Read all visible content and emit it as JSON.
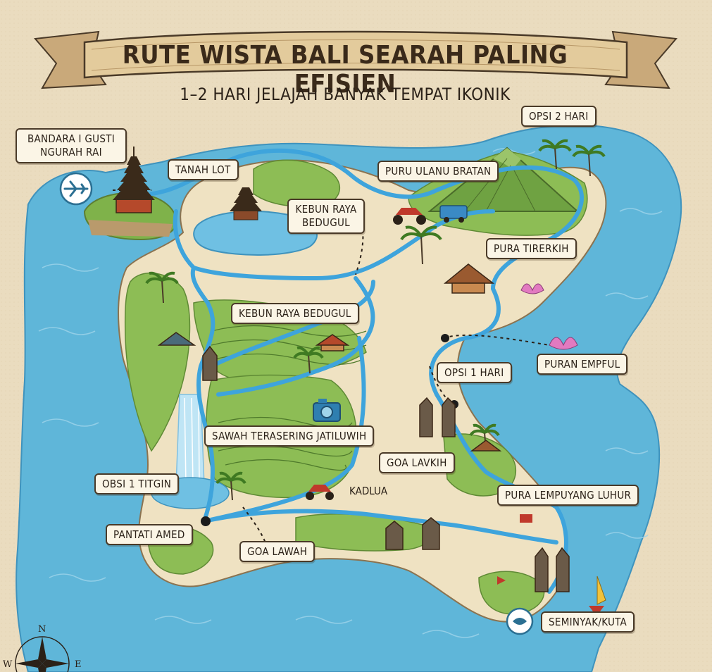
{
  "title": "RUTE WISTA BALI SEARAH PALING EFISIEN",
  "subtitle": "1–2 HARI JELAJAH BANYAK TEMPAT IKONIK",
  "labels": {
    "bandara": "BANDARA I GUSTI NGURAH RAI",
    "tanah_lot": "TANAH LOT",
    "kebun_raya_bedugul_top": "KEBUN RAYA BEDUGUL",
    "puru_ulanu_bratan": "PURU ULANU BRATAN",
    "opsi_2_hari": "OPSI 2 HARI",
    "pura_tirtekih": "PURA TIRERKIH",
    "kebun_raya_bedugul_mid": "KEBUN RAYA BEDUGUL",
    "puran_empful": "PURAN EMPFUL",
    "opsi_1_hari": "OPSI 1 HARI",
    "sawah_terasering": "SAWAH TERASERING JATILUWIH",
    "goa_lavkih": "GOA LAVKIH",
    "kadlua": "KADLUA",
    "obsi_1_titgin": "OBSI 1 TITGIN",
    "pura_lempuyang": "PURA LEMPUYANG LUHUR",
    "pantati_amed": "PANTATI AMED",
    "goa_lawah": "GOA LAWAH",
    "seminyak_kuta": "SEMINYAK/KUTA"
  },
  "compass": {
    "n": "N",
    "w": "W",
    "e": "E"
  },
  "colors": {
    "sea": "#5fb6d9",
    "sea_deep": "#3f9ec8",
    "land": "#efe2c2",
    "forest": "#7fb24a",
    "route": "#3ea4dc",
    "parchment": "#eadcbf",
    "ink": "#2b2118"
  }
}
